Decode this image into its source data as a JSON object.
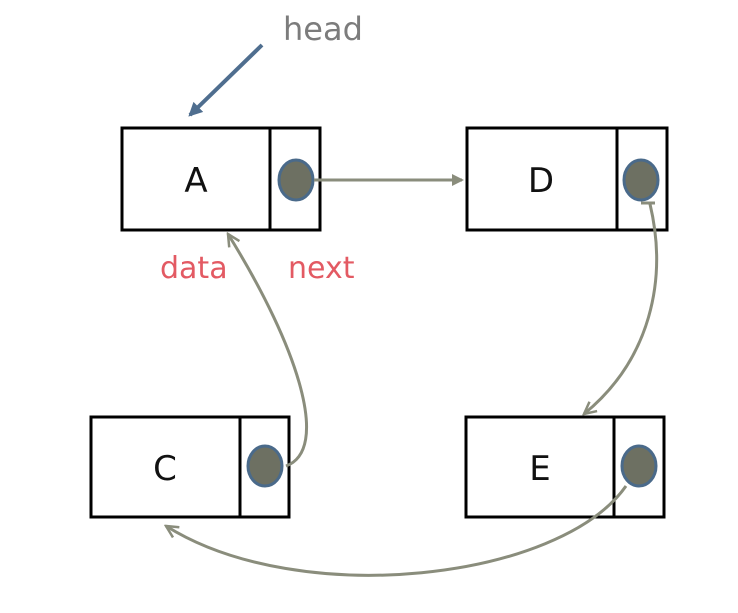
{
  "labels": {
    "head": "head",
    "data": "data",
    "next": "next"
  },
  "nodes": {
    "a": {
      "label": "A"
    },
    "d": {
      "label": "D"
    },
    "c": {
      "label": "C"
    },
    "e": {
      "label": "E"
    }
  },
  "colors": {
    "background": "#ffffff",
    "node_border": "#000000",
    "pointer_fill": "#6d7062",
    "pointer_stroke": "#4a6a8a",
    "link_arrow": "#8a8d7c",
    "head_arrow": "#4f6e8f",
    "head_text": "#7c7c7c",
    "field_text": "#e35a63"
  }
}
